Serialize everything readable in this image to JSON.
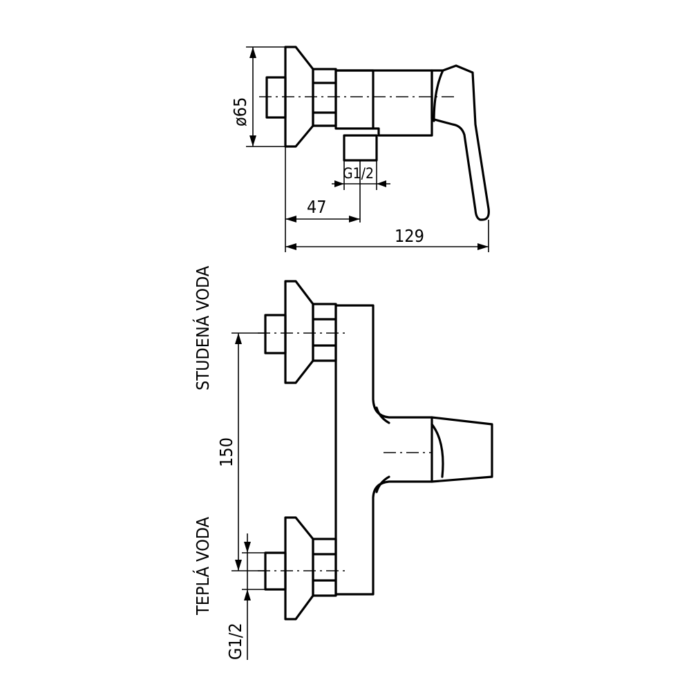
{
  "labels": {
    "diameter": "ø65",
    "thread_top": "G1/2",
    "offset_47": "47",
    "overall_129": "129",
    "spacing_150": "150",
    "cold_water": "STUDENÁ VODA",
    "hot_water": "TEPLÁ VODA",
    "thread_bottom": "G1/2"
  }
}
